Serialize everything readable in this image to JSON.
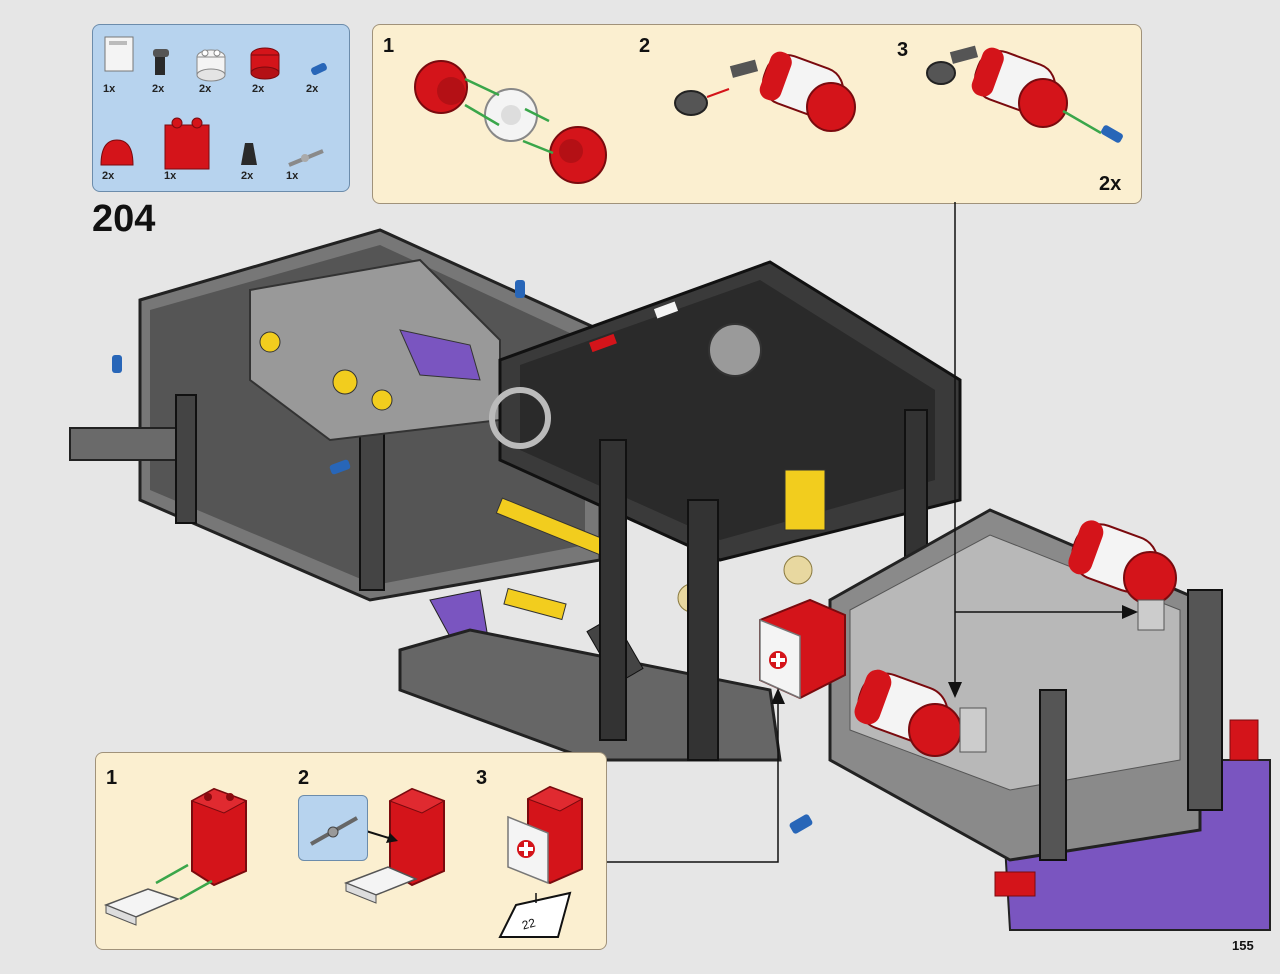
{
  "step": {
    "number": "204"
  },
  "page": {
    "number": "155"
  },
  "parts_list": {
    "items": [
      {
        "qty": "1x",
        "icon": "tile-sticker-icon"
      },
      {
        "qty": "2x",
        "icon": "pin-connector-icon"
      },
      {
        "qty": "2x",
        "icon": "white-round-brick-icon"
      },
      {
        "qty": "2x",
        "icon": "red-round-brick-icon"
      },
      {
        "qty": "2x",
        "icon": "blue-axle-pin-icon"
      },
      {
        "qty": "2x",
        "icon": "red-dome-icon"
      },
      {
        "qty": "1x",
        "icon": "red-brick-2x2-icon"
      },
      {
        "qty": "2x",
        "icon": "black-cone-icon"
      },
      {
        "qty": "1x",
        "icon": "grey-antenna-icon"
      }
    ]
  },
  "sub_top": {
    "steps": [
      {
        "label": "1"
      },
      {
        "label": "2"
      },
      {
        "label": "3"
      }
    ],
    "multiplier": "2x"
  },
  "sub_bottom": {
    "steps": [
      {
        "label": "1"
      },
      {
        "label": "2"
      },
      {
        "label": "3"
      }
    ],
    "tile_number": "22"
  },
  "colors": {
    "part_red": "#d4141a",
    "part_white": "#f4f4f4",
    "part_black": "#2a2a2a",
    "part_grey": "#8a8a8a",
    "part_purple": "#7a55c0",
    "part_yellow": "#f2cd1e",
    "part_blue": "#2866b8",
    "arrow_green": "#3aa64a"
  }
}
